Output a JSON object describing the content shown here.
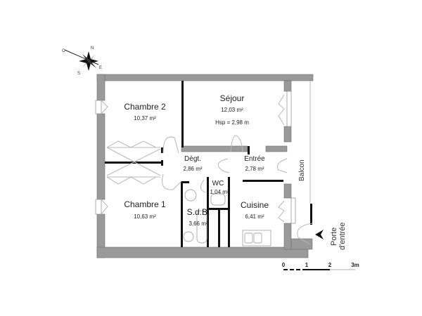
{
  "plan": {
    "compass": {
      "labels": {
        "north": "N",
        "south": "S",
        "east": "E",
        "west": "O"
      }
    },
    "rooms": [
      {
        "id": "chambre2",
        "name": "Chambre 2",
        "area": "10,37 m²"
      },
      {
        "id": "sejour",
        "name": "Séjour",
        "area": "12,03 m²",
        "extra": "Hsp = 2,98 m"
      },
      {
        "id": "degt",
        "name": "Dégt.",
        "area": "2,86 m²"
      },
      {
        "id": "entree",
        "name": "Entrée",
        "area": "2,78 m²"
      },
      {
        "id": "wc",
        "name": "WC",
        "area": "1,04 m²"
      },
      {
        "id": "chambre1",
        "name": "Chambre 1",
        "area": "10,63 m²"
      },
      {
        "id": "sdb",
        "name": "S.d.B.",
        "area": "3,66 m²"
      },
      {
        "id": "cuisine",
        "name": "Cuisine",
        "area": "6,41 m²"
      }
    ],
    "balcon_label": "Balcon",
    "entrance": {
      "line1": "Porte",
      "line2": "d'entrée"
    },
    "scale": {
      "ticks": [
        "0",
        "1",
        "2",
        "3m"
      ]
    }
  },
  "colors": {
    "wall": "#9a9a9a",
    "partition": "#111111",
    "door": "#b8b8b8"
  }
}
